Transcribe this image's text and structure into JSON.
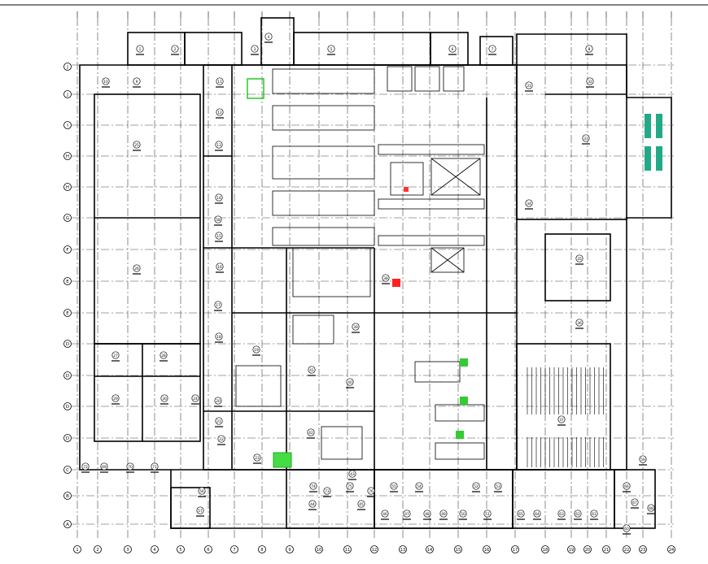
{
  "drawing": {
    "title": "",
    "colors": {
      "line": "#000000",
      "grid": "#333333",
      "accent_green": "#22cc22",
      "accent_red": "#ff2222"
    },
    "grid_rows": [
      "J",
      "I",
      "H",
      "G",
      "F",
      "E",
      "D",
      "C",
      "B",
      "A"
    ],
    "grid_cols": [
      "1",
      "2",
      "3",
      "4",
      "5",
      "6",
      "7",
      "8",
      "9",
      "10",
      "11",
      "12",
      "13",
      "14",
      "15",
      "16",
      "17",
      "18",
      "19",
      "20",
      "21",
      "22",
      "23",
      "24"
    ],
    "rooms": [
      "1",
      "2",
      "3",
      "4",
      "5",
      "6",
      "7",
      "8",
      "9",
      "10",
      "11",
      "12",
      "13",
      "14",
      "15",
      "16",
      "17",
      "18",
      "19",
      "20",
      "21",
      "22",
      "23",
      "24",
      "25",
      "26",
      "27",
      "28",
      "29",
      "30",
      "31",
      "32",
      "33",
      "34",
      "35",
      "36",
      "37",
      "38",
      "39",
      "40",
      "41",
      "42",
      "43",
      "44",
      "45",
      "46",
      "47",
      "48",
      "49",
      "50",
      "51",
      "52",
      "53",
      "54",
      "55",
      "56",
      "57",
      "58",
      "59",
      "60",
      "61",
      "62",
      "63",
      "64",
      "65",
      "66",
      "67",
      "68",
      "69",
      "70",
      "71",
      "72",
      "73",
      "74",
      "75",
      "76"
    ]
  }
}
